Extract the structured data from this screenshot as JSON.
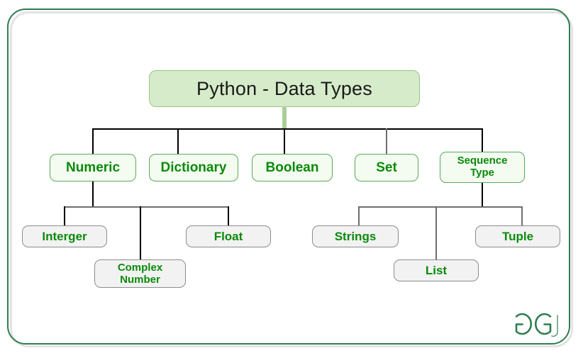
{
  "diagram": {
    "title": "Python - Data Types",
    "root": {
      "label": "Python - Data Types"
    },
    "level2": [
      {
        "label": "Numeric"
      },
      {
        "label": "Dictionary"
      },
      {
        "label": "Boolean"
      },
      {
        "label": "Set"
      },
      {
        "label_line1": "Sequence",
        "label_line2": "Type"
      }
    ],
    "level3_numeric": [
      {
        "label": "Interger"
      },
      {
        "label_line1": "Complex",
        "label_line2": "Number"
      },
      {
        "label": "Float"
      }
    ],
    "level3_sequence": [
      {
        "label": "Strings"
      },
      {
        "label": "List"
      },
      {
        "label": "Tuple"
      }
    ],
    "logo": {
      "name": "geeksforgeeks-logo",
      "text": "GG"
    },
    "colors": {
      "frame_border": "#2e7d4f",
      "root_fill": "#d6ebc9",
      "root_border": "#9cc387",
      "level2_fill": "#f4fbf0",
      "level2_border": "#5aa95a",
      "node_text_green": "#0a8a0a",
      "level3_fill": "#f2f2f2",
      "level3_border": "#8c8c8c",
      "connector_black": "#000000",
      "connector_gray": "#6e6e6e",
      "connector_green": "#a9cf96"
    }
  }
}
